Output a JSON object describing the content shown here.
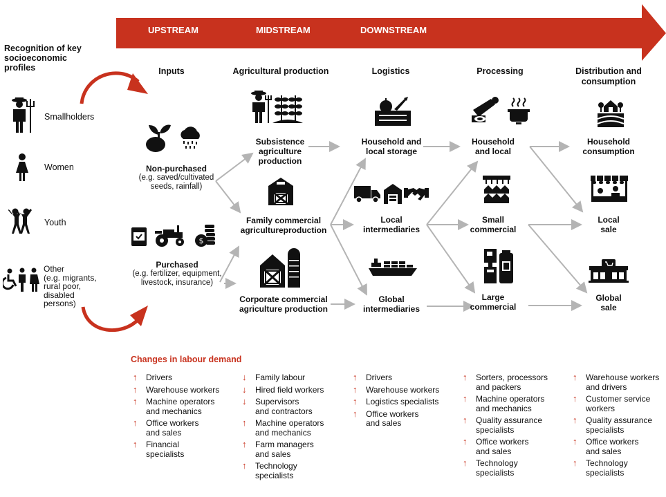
{
  "colors": {
    "accent": "#c8321e",
    "banner": "#c8321e",
    "connector": "#b4b4b4",
    "text": "#111111"
  },
  "banner": {
    "upstream": "UPSTREAM",
    "midstream": "MIDSTREAM",
    "downstream": "DOWNSTREAM"
  },
  "left": {
    "title_line1": "Recognition of key",
    "title_line2": "socioeconomic",
    "title_line3": "profiles",
    "profiles": {
      "smallholders": "Smallholders",
      "women": "Women",
      "youth": "Youth",
      "other_line1": "Other",
      "other_line2": "(e.g. migrants,",
      "other_line3": "rural poor,",
      "other_line4": "disabled",
      "other_line5": "persons)"
    }
  },
  "headers": {
    "inputs": "Inputs",
    "agri": "Agricultural production",
    "logistics": "Logistics",
    "processing": "Processing",
    "dist_line1": "Distribution and",
    "dist_line2": "consumption"
  },
  "inputs": {
    "nonpurchased_title": "Non-purchased",
    "nonpurchased_sub1": "(e.g. saved/cultivated",
    "nonpurchased_sub2": "seeds, rainfall)",
    "purchased_title": "Purchased",
    "purchased_sub1": "(e.g. fertilizer, equipment,",
    "purchased_sub2": "livestock, insurance)"
  },
  "agri": {
    "subsistence_1": "Subsistence",
    "subsistence_2": "agriculture",
    "subsistence_3": "production",
    "family_1": "Family commercial",
    "family_2": "agricultureproduction",
    "corporate_1": "Corporate commercial",
    "corporate_2": "agriculture production"
  },
  "logistics": {
    "household_1": "Household and",
    "household_2": "local storage",
    "local_1": "Local",
    "local_2": "intermediaries",
    "global_1": "Global",
    "global_2": "intermediaries"
  },
  "processing": {
    "household_1": "Household",
    "household_2": "and local",
    "small_1": "Small",
    "small_2": "commercial",
    "large_1": "Large",
    "large_2": "commercial"
  },
  "distribution": {
    "household_1": "Household",
    "household_2": "consumption",
    "local_1": "Local",
    "local_2": "sale",
    "global_1": "Global",
    "global_2": "sale"
  },
  "changes_title": "Changes in labour demand",
  "changes": {
    "col1": [
      {
        "dir": "up",
        "line1": "Drivers",
        "line2": ""
      },
      {
        "dir": "up",
        "line1": "Warehouse workers",
        "line2": ""
      },
      {
        "dir": "up",
        "line1": "Machine operators",
        "line2": "and mechanics"
      },
      {
        "dir": "up",
        "line1": "Office workers",
        "line2": "and sales"
      },
      {
        "dir": "up",
        "line1": "Financial",
        "line2": "specialists"
      }
    ],
    "col2": [
      {
        "dir": "down",
        "line1": "Family labour",
        "line2": ""
      },
      {
        "dir": "down",
        "line1": "Hired field workers",
        "line2": ""
      },
      {
        "dir": "down",
        "line1": "Supervisors",
        "line2": "and contractors"
      },
      {
        "dir": "up",
        "line1": "Machine operators",
        "line2": "and mechanics"
      },
      {
        "dir": "up",
        "line1": "Farm managers",
        "line2": "and sales"
      },
      {
        "dir": "up",
        "line1": "Technology",
        "line2": "specialists"
      }
    ],
    "col3": [
      {
        "dir": "up",
        "line1": "Drivers",
        "line2": ""
      },
      {
        "dir": "up",
        "line1": "Warehouse workers",
        "line2": ""
      },
      {
        "dir": "up",
        "line1": "Logistics specialists",
        "line2": ""
      },
      {
        "dir": "up",
        "line1": "Office workers",
        "line2": "and sales"
      }
    ],
    "col4": [
      {
        "dir": "up",
        "line1": "Sorters, processors",
        "line2": "and packers"
      },
      {
        "dir": "up",
        "line1": "Machine operators",
        "line2": "and mechanics"
      },
      {
        "dir": "up",
        "line1": "Quality assurance",
        "line2": "specialists"
      },
      {
        "dir": "up",
        "line1": "Office workers",
        "line2": "and sales"
      },
      {
        "dir": "up",
        "line1": "Technology",
        "line2": "specialists"
      }
    ],
    "col5": [
      {
        "dir": "up",
        "line1": "Warehouse workers",
        "line2": "and drivers"
      },
      {
        "dir": "up",
        "line1": "Customer service",
        "line2": "workers"
      },
      {
        "dir": "up",
        "line1": "Quality assurance",
        "line2": "specialists"
      },
      {
        "dir": "up",
        "line1": "Office workers",
        "line2": "and sales"
      },
      {
        "dir": "up",
        "line1": "Technology",
        "line2": "specialists"
      }
    ]
  }
}
